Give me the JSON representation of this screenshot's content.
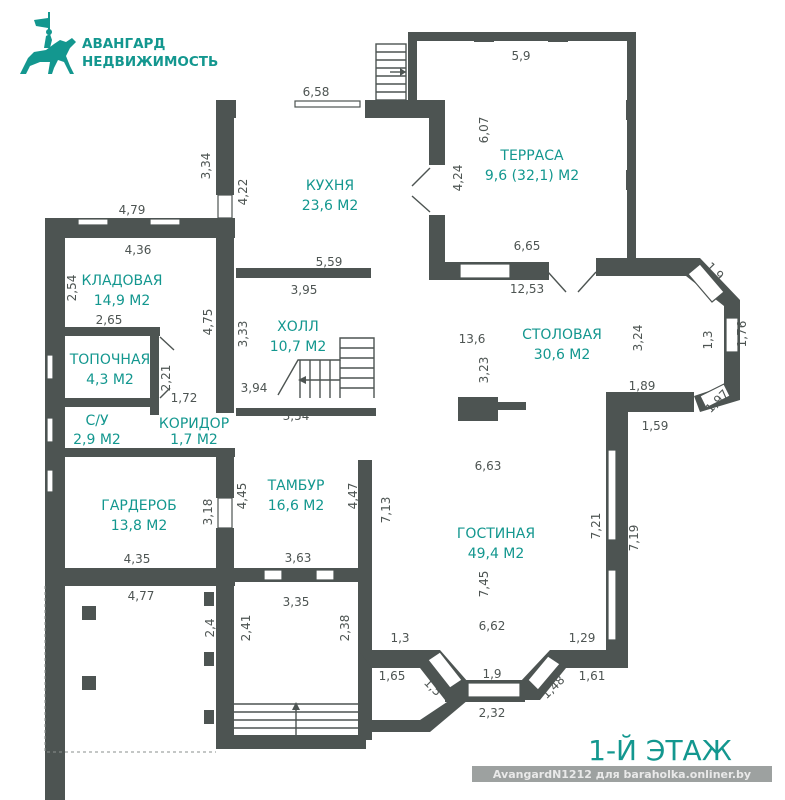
{
  "brand": {
    "line1": "АВАНГАРД",
    "line2": "НЕДВИЖИМОСТЬ",
    "logo_icon": "knight-on-horse-icon",
    "color": "#13978f"
  },
  "floor_title": "1-Й ЭТАЖ",
  "watermark": "AvangardN1212 для baraholka.onliner.by",
  "colors": {
    "wall": "#4d5452",
    "label": "#13978f"
  },
  "rooms": [
    {
      "name": "ТЕРРАСА",
      "area": "9,6 (32,1) М2"
    },
    {
      "name": "КУХНЯ",
      "area": "23,6 М2"
    },
    {
      "name": "КЛАДОВАЯ",
      "area": "14,9 М2"
    },
    {
      "name": "ХОЛЛ",
      "area": "10,7 М2"
    },
    {
      "name": "СТОЛОВАЯ",
      "area": "30,6 М2"
    },
    {
      "name": "ТОПОЧНАЯ",
      "area": "4,3 М2"
    },
    {
      "name": "С/У",
      "area": "2,9 М2"
    },
    {
      "name": "КОРИДОР",
      "area": "1,7 М2"
    },
    {
      "name": "ТАМБУР",
      "area": "16,6 М2"
    },
    {
      "name": "ГАРДЕРОБ",
      "area": "13,8 М2"
    },
    {
      "name": "ГОСТИНАЯ",
      "area": "49,4 М2"
    }
  ],
  "dimensions": [
    "5,9",
    "6,07",
    "4,24",
    "6,65",
    "12,53",
    "6,58",
    "3,34",
    "4,22",
    "4,79",
    "4,36",
    "5,59",
    "3,95",
    "2,54",
    "2,65",
    "4,75",
    "3,33",
    "2,21",
    "1,72",
    "3,94",
    "3,54",
    "13,6",
    "3,23",
    "3,24",
    "1,9",
    "1,3",
    "1,76",
    "1,89",
    "1,97",
    "1,59",
    "6,63",
    "4,45",
    "4,47",
    "3,18",
    "7,13",
    "7,21",
    "7,19",
    "4,35",
    "3,63",
    "3,35",
    "4,77",
    "2,4",
    "2,41",
    "2,38",
    "7,45",
    "6,62",
    "1,3",
    "1,29",
    "1,65",
    "1,5",
    "1,9",
    "1,48",
    "1,61",
    "2,32"
  ]
}
